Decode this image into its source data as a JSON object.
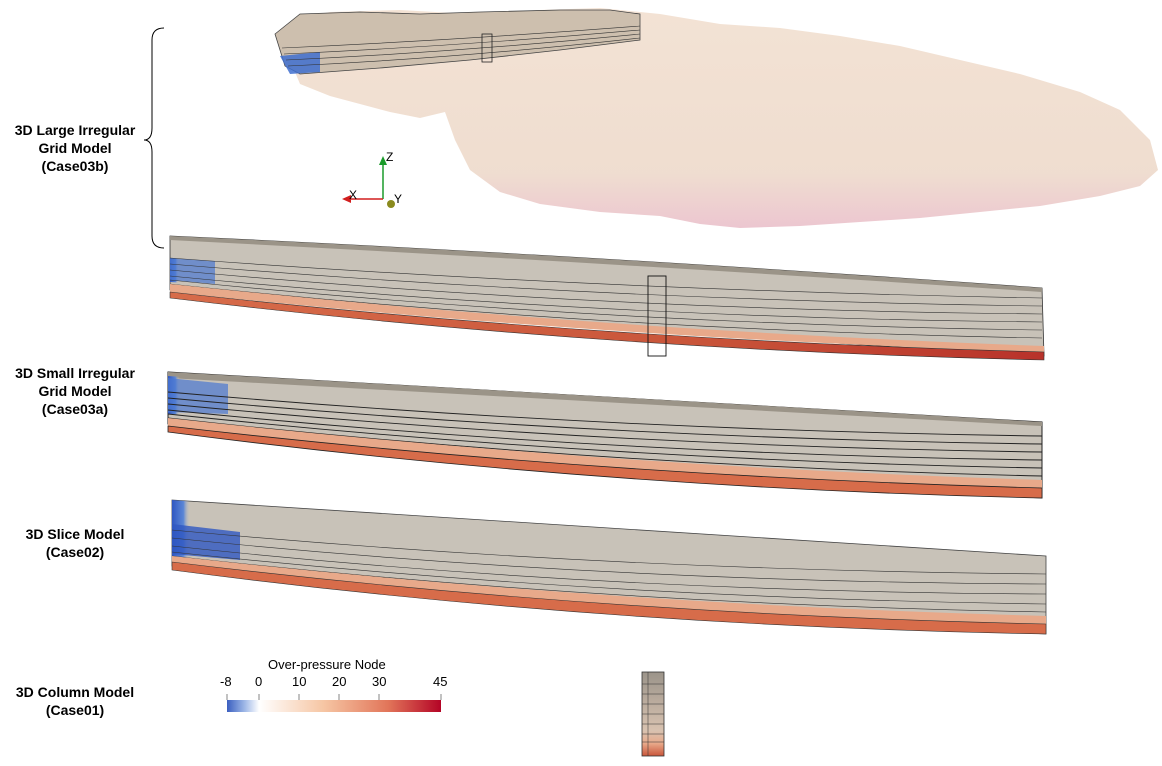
{
  "models": [
    {
      "id": "case03b",
      "lines": [
        "3D Large Irregular",
        "Grid Model",
        "(Case03b)"
      ]
    },
    {
      "id": "case03a",
      "lines": [
        "3D Small Irregular",
        "Grid Model",
        "(Case03a)"
      ]
    },
    {
      "id": "case02",
      "lines": [
        "3D Slice Model",
        "(Case02)"
      ]
    },
    {
      "id": "case01",
      "lines": [
        "3D Column Model",
        "(Case01)"
      ]
    }
  ],
  "axes": {
    "z": "Z",
    "x": "X",
    "y": "Y"
  },
  "colorbar": {
    "title": "Over-pressure Node",
    "ticks": [
      "-8",
      "0",
      "10",
      "20",
      "30",
      "45"
    ],
    "colors": {
      "low": "#3b5fc0",
      "zero": "#ffffff",
      "mid": "#f4b08a",
      "high": "#b40426"
    }
  },
  "colors": {
    "grey": "#c6c0b6",
    "topFace": "#9b9488",
    "blue": "#3f6fcf",
    "orange": "#e07a55",
    "darkRed": "#b8402a",
    "ghost": "#e9cdb8"
  }
}
